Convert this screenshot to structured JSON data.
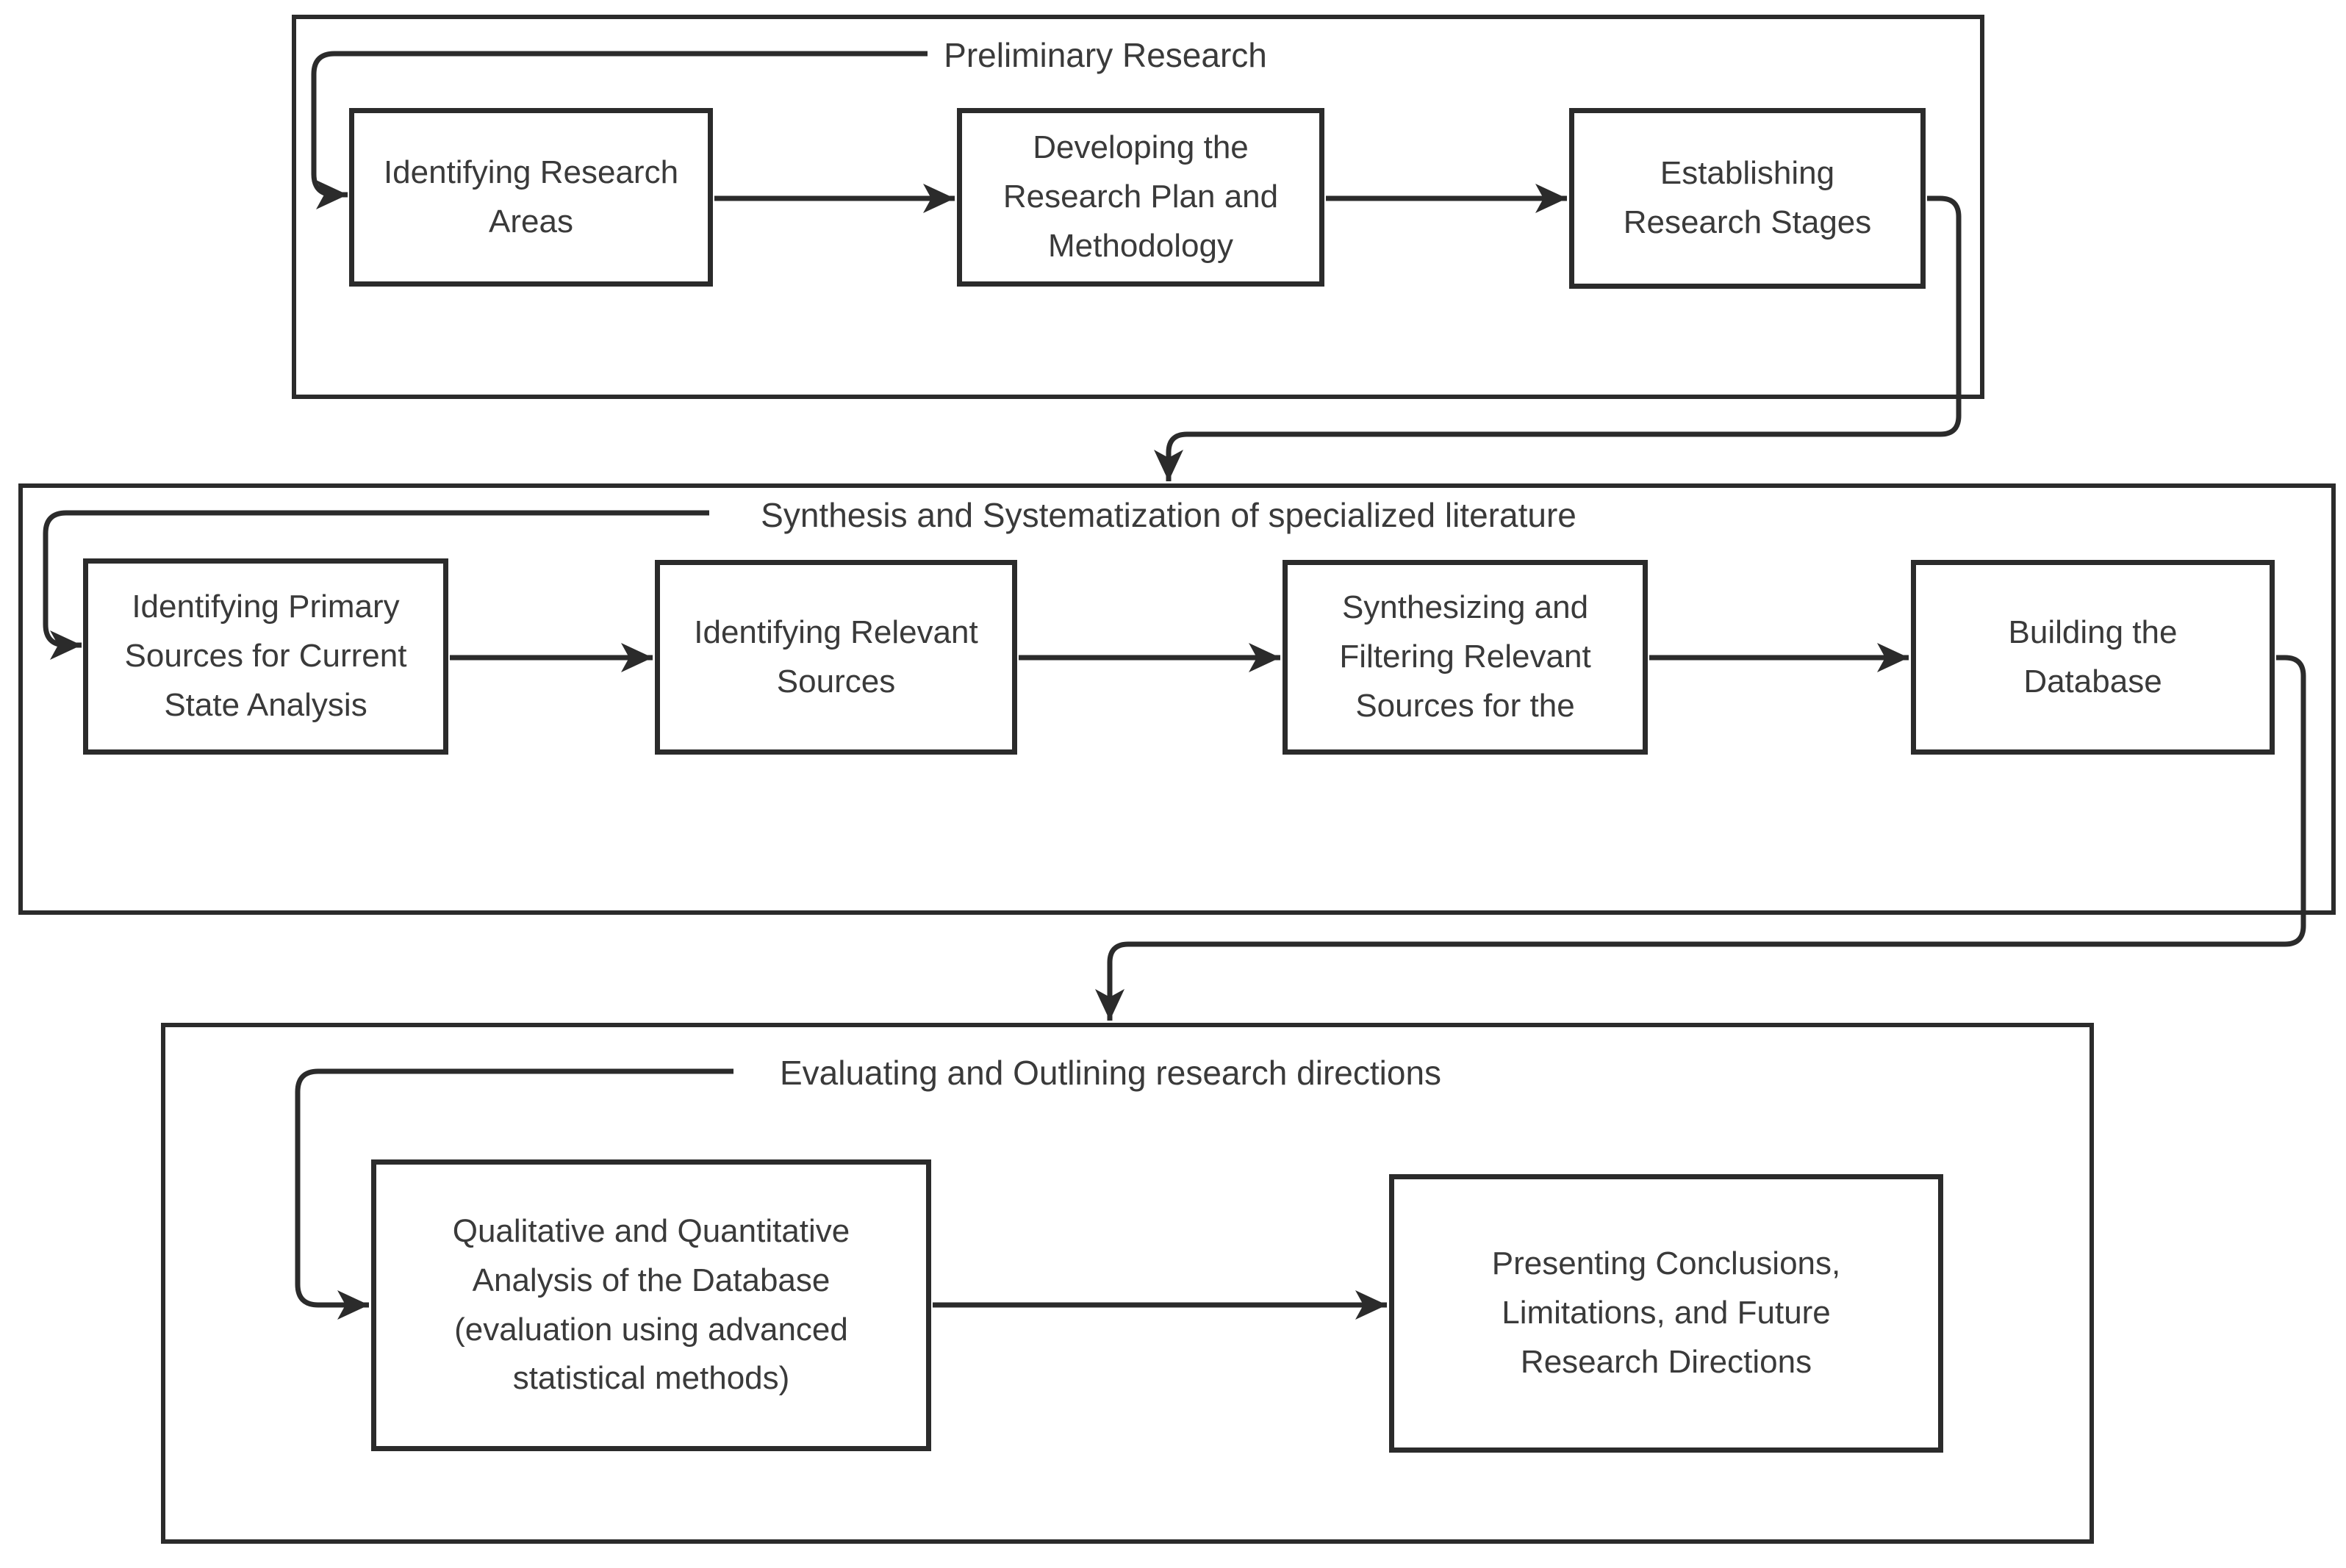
{
  "diagram": {
    "colors": {
      "stroke": "#2b2b2b",
      "text": "#3a3a3a",
      "background": "#ffffff"
    },
    "sections": [
      {
        "label": "Preliminary Research",
        "boxes": [
          {
            "lines": [
              "Identifying Research",
              "Areas"
            ]
          },
          {
            "lines": [
              "Developing the",
              "Research Plan and",
              "Methodology"
            ]
          },
          {
            "lines": [
              "Establishing",
              "Research Stages"
            ]
          }
        ]
      },
      {
        "label": "Synthesis and Systematization of specialized literature",
        "boxes": [
          {
            "lines": [
              "Identifying Primary",
              "Sources for Current",
              "State Analysis"
            ]
          },
          {
            "lines": [
              "Identifying Relevant",
              "Sources"
            ]
          },
          {
            "lines": [
              "Synthesizing and",
              "Filtering Relevant",
              "Sources for the"
            ]
          },
          {
            "lines": [
              "Building the",
              "Database"
            ]
          }
        ]
      },
      {
        "label": "Evaluating and Outlining research directions",
        "boxes": [
          {
            "lines": [
              "Qualitative and Quantitative",
              "Analysis of the Database",
              "(evaluation using advanced",
              "statistical methods)"
            ]
          },
          {
            "lines": [
              "Presenting Conclusions,",
              "Limitations, and Future",
              "Research Directions"
            ]
          }
        ]
      }
    ]
  }
}
